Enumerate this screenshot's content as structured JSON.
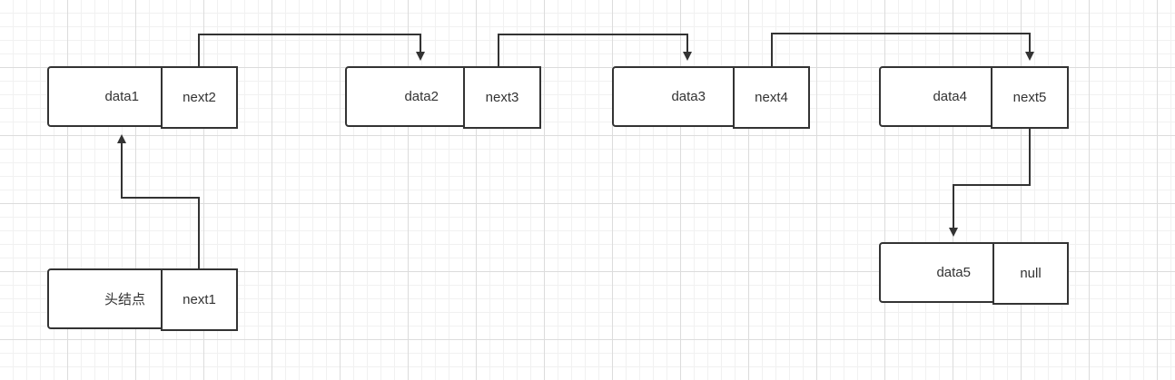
{
  "head": {
    "data": "头结点",
    "next": "next1"
  },
  "nodes": [
    {
      "data": "data1",
      "next": "next2"
    },
    {
      "data": "data2",
      "next": "next3"
    },
    {
      "data": "data3",
      "next": "next4"
    },
    {
      "data": "data4",
      "next": "next5"
    },
    {
      "data": "data5",
      "next": "null"
    }
  ],
  "colors": {
    "stroke": "#333333",
    "grid": "#dcdcdc",
    "background": "#ffffff"
  }
}
